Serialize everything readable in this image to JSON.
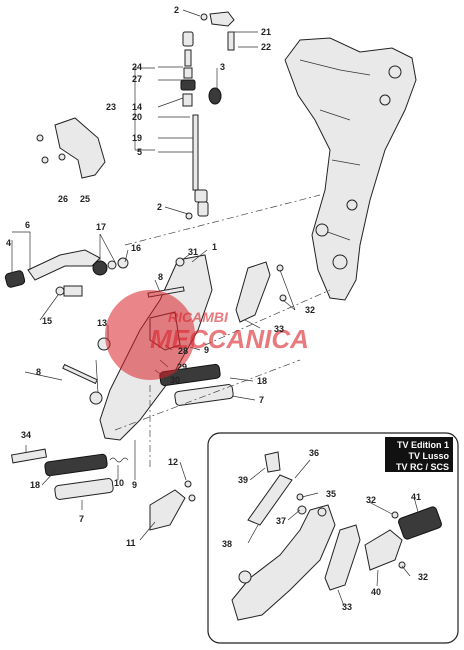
{
  "labels": {
    "l1": "1",
    "l2a": "2",
    "l2b": "2",
    "l3": "3",
    "l4": "4",
    "l5": "5",
    "l6": "6",
    "l7a": "7",
    "l7b": "7",
    "l8a": "8",
    "l8b": "8",
    "l9a": "9",
    "l9b": "9",
    "l10": "10",
    "l11": "11",
    "l12": "12",
    "l13": "13",
    "l14": "14",
    "l15": "15",
    "l16": "16",
    "l17": "17",
    "l18a": "18",
    "l18b": "18",
    "l19": "19",
    "l20": "20",
    "l21": "21",
    "l22": "22",
    "l23": "23",
    "l24": "24",
    "l25": "25",
    "l26": "26",
    "l27": "27",
    "l28": "28",
    "l29": "29",
    "l30": "30",
    "l31": "31",
    "l32a": "32",
    "l32b": "32",
    "l32c": "32",
    "l33a": "33",
    "l33b": "33",
    "l34": "34",
    "l35": "35",
    "l36": "36",
    "l37": "37",
    "l38": "38",
    "l39": "39",
    "l40": "40",
    "l41": "41"
  },
  "inset_badge": {
    "line1": "TV Edition 1",
    "line2": "TV Lusso",
    "line3": "TV RC / SCS"
  },
  "watermark": {
    "line1": "RICAMBI",
    "line2": "MECCANICA"
  },
  "colors": {
    "watermark": "#d9232a",
    "line": "#222222",
    "badge": "#111111"
  }
}
